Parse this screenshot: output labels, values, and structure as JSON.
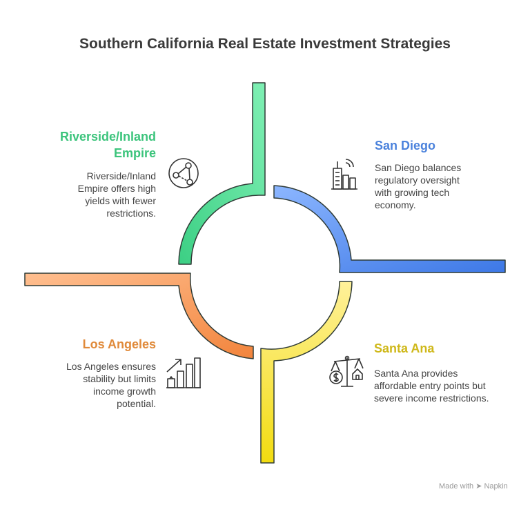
{
  "title": "Southern California Real Estate Investment Strategies",
  "colors": {
    "riverside": "#3cc47c",
    "san_diego": "#4b82dc",
    "santa_ana": "#cfb81a",
    "los_angeles": "#e08a3a"
  },
  "segments": [
    {
      "id": "riverside",
      "heading_lines": [
        "Riverside/Inland",
        "Empire"
      ],
      "description_lines": [
        "Riverside/Inland",
        "Empire offers high",
        "yields with fewer",
        "restrictions."
      ],
      "icon": "network-icon"
    },
    {
      "id": "san_diego",
      "heading": "San Diego",
      "description_lines": [
        "San Diego balances",
        "regulatory oversight",
        "with growing tech",
        "economy."
      ],
      "icon": "city-signal-icon"
    },
    {
      "id": "los_angeles",
      "heading": "Los Angeles",
      "description_lines": [
        "Los Angeles ensures",
        "stability but limits",
        "income growth",
        "potential."
      ],
      "icon": "growth-chart-icon"
    },
    {
      "id": "santa_ana",
      "heading": "Santa Ana",
      "description_lines": [
        "Santa Ana provides",
        "affordable entry points but",
        "severe income restrictions."
      ],
      "icon": "balance-scale-icon"
    }
  ],
  "credit": "Made with ➤ Napkin"
}
